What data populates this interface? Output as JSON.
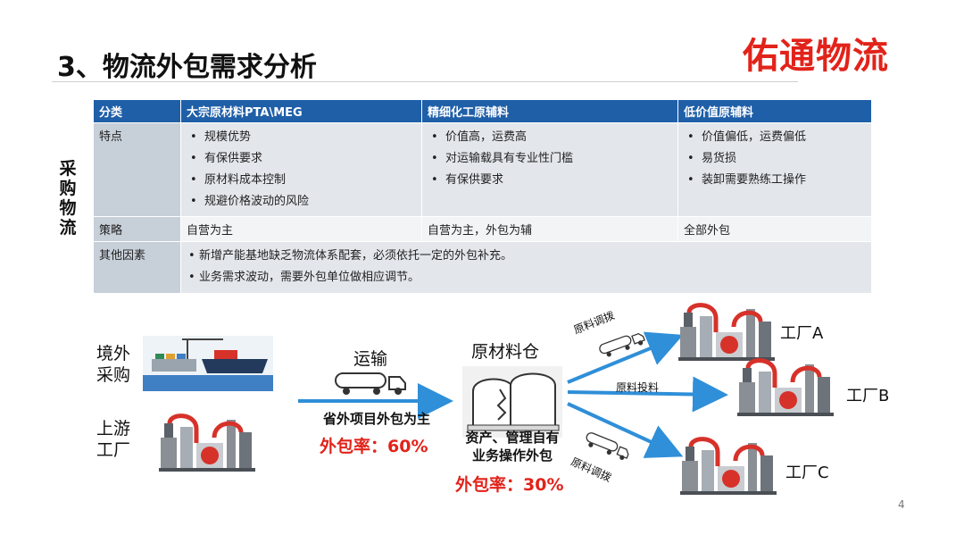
{
  "header": {
    "title": "3、物流外包需求分析",
    "logo": "佑通物流"
  },
  "side_label": "采购物流",
  "table": {
    "headers": [
      "分类",
      "大宗原材料PTA\\MEG",
      "精细化工原辅料",
      "低价值原辅料"
    ],
    "rows": {
      "features": {
        "label": "特点",
        "bulk": [
          "规模优势",
          "有保供要求",
          "原材料成本控制",
          "规避价格波动的风险"
        ],
        "fine": [
          "价值高，运费高",
          "对运输载具有专业性门槛",
          "有保供要求"
        ],
        "low": [
          "价值偏低，运费偏低",
          "易货损",
          "装卸需要熟练工操作"
        ]
      },
      "strategy": {
        "label": "策略",
        "bulk": "自营为主",
        "fine": "自营为主，外包为辅",
        "low": "全部外包"
      },
      "other": {
        "label": "其他因素",
        "items": [
          "新增产能基地缺乏物流体系配套，必须依托一定的外包补充。",
          "业务需求波动，需要外包单位做相应调节。"
        ]
      }
    }
  },
  "flow": {
    "overseas": "境外\n采购",
    "upstream": "上游\n工厂",
    "transport": "运输",
    "transport_note": "省外项目外包为主",
    "transport_rate": "外包率：60%",
    "warehouse": "原材料仓",
    "warehouse_note": "资产、管理自有\n业务操作外包",
    "warehouse_rate": "外包率：30%",
    "arrow_a_label": "原料调拨",
    "arrow_b_label": "原料投料",
    "arrow_c_label": "原料调拨",
    "factory_a": "工厂A",
    "factory_b": "工厂B",
    "factory_c": "工厂C"
  },
  "colors": {
    "accent_red": "#e2231a",
    "header_blue": "#1f5fa8",
    "arrow_blue": "#2f8fd8"
  },
  "page_number": "4"
}
